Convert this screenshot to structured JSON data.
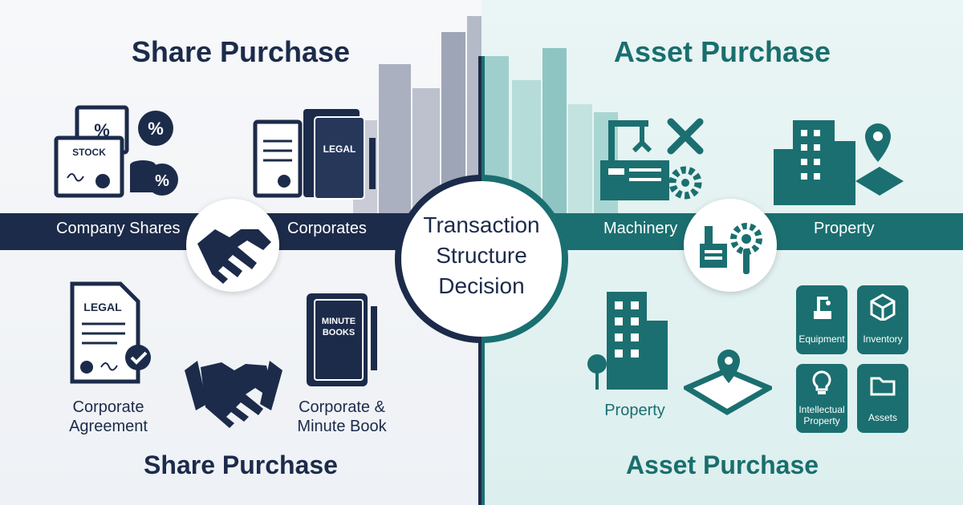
{
  "left": {
    "heading_top": "Share Purchase",
    "heading_bottom": "Share Purchase",
    "band_labels": {
      "company_shares": "Company Shares",
      "corporates": "Corporates"
    },
    "icons": {
      "stock_text": "STOCK",
      "percent": "%",
      "legal": "LEGAL",
      "minute_books": "MINUTE\nBOOKS"
    },
    "labels": {
      "corporate_agreement": "Corporate\nAgreement",
      "corporate_minute_book": "Corporate &\nMinute Book"
    }
  },
  "center": {
    "title": "Transaction\nStructure\nDecision"
  },
  "right": {
    "heading_top": "Asset Purchase",
    "heading_bottom": "Asset Purchase",
    "band_labels": {
      "machinery": "Machinery",
      "property": "Property"
    },
    "labels": {
      "property": "Property"
    },
    "tiles": [
      {
        "label": "Equipment",
        "icon": "robot-arm-icon"
      },
      {
        "label": "Inventory",
        "icon": "box-icon"
      },
      {
        "label": "Intellectual\nProperty",
        "icon": "lightbulb-icon"
      },
      {
        "label": "Assets",
        "icon": "folder-icon"
      }
    ]
  },
  "colors": {
    "navy": "#1c2b4a",
    "teal": "#1b6f70"
  }
}
